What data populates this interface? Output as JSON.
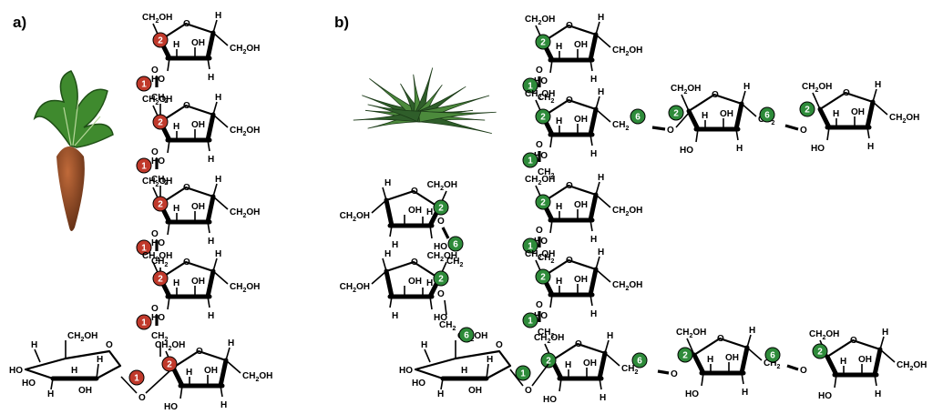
{
  "panels": {
    "a": {
      "label": "a)"
    },
    "b": {
      "label": "b)"
    }
  },
  "colors": {
    "panel_a_marker": "#c0392b",
    "panel_b_marker": "#2e8b3a"
  },
  "markers": {
    "two": "2",
    "one": "1",
    "six": "6"
  },
  "atoms": {
    "ch2oh_main": "CH",
    "sub2": "2",
    "oh_suffix": "OH",
    "oh": "OH",
    "ho": "HO",
    "h": "H",
    "o": "O",
    "ch2": "CH",
    "ch2_sub": "2"
  },
  "icons": {
    "panel_a_plant": "sugar-beet-icon",
    "panel_b_plant": "agave-plant-icon"
  }
}
